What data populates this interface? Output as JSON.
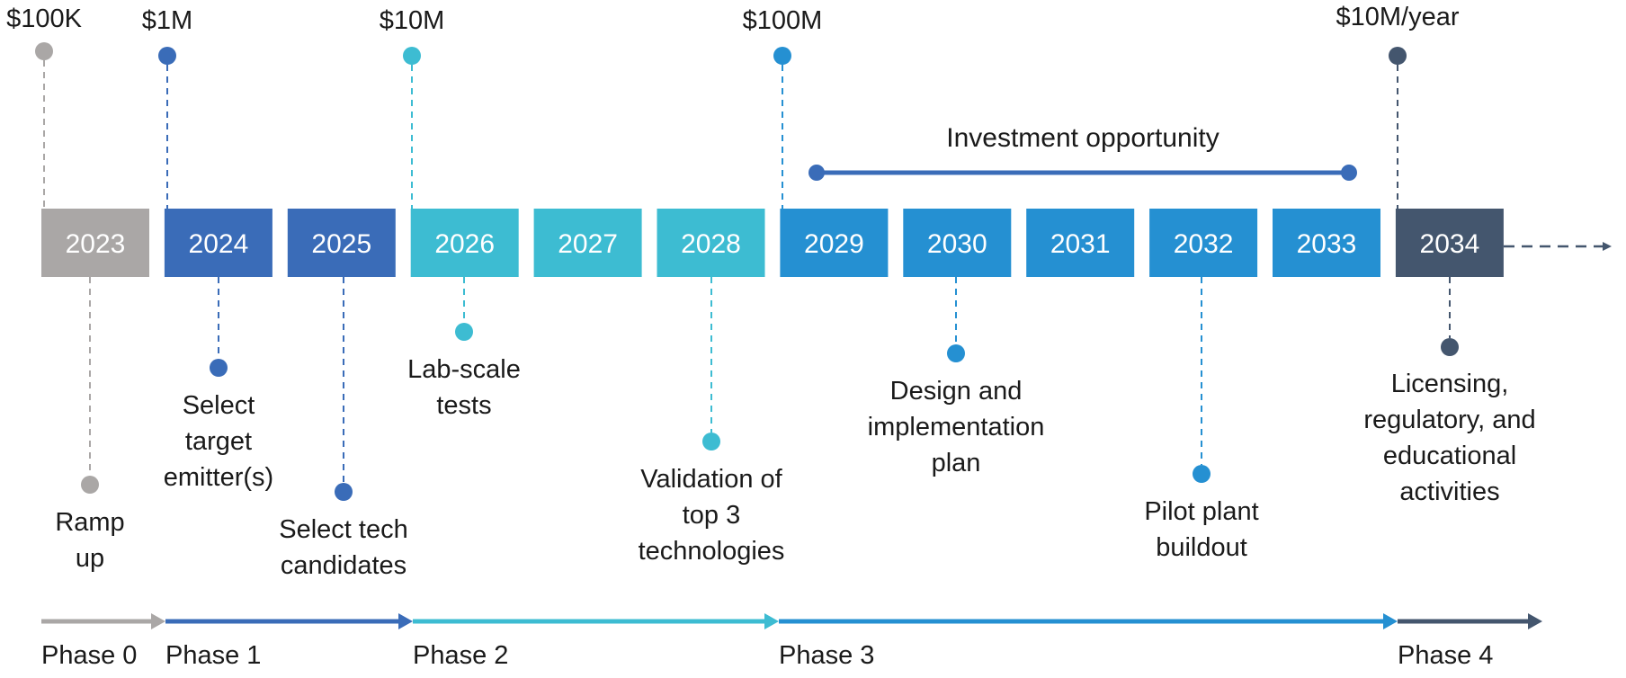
{
  "colors": {
    "gray": "#aaa7a6",
    "blue_dark": "#3a6cb8",
    "teal": "#3dbcd2",
    "blue": "#2590d2",
    "navy": "#44566e"
  },
  "years": [
    {
      "label": "2023",
      "color": "gray"
    },
    {
      "label": "2024",
      "color": "blue_dark"
    },
    {
      "label": "2025",
      "color": "blue_dark"
    },
    {
      "label": "2026",
      "color": "teal"
    },
    {
      "label": "2027",
      "color": "teal"
    },
    {
      "label": "2028",
      "color": "teal"
    },
    {
      "label": "2029",
      "color": "blue"
    },
    {
      "label": "2030",
      "color": "blue"
    },
    {
      "label": "2031",
      "color": "blue"
    },
    {
      "label": "2032",
      "color": "blue"
    },
    {
      "label": "2033",
      "color": "blue"
    },
    {
      "label": "2034",
      "color": "navy"
    }
  ],
  "funding": [
    {
      "label": "$100K",
      "color": "gray"
    },
    {
      "label": "$1M",
      "color": "blue_dark"
    },
    {
      "label": "$10M",
      "color": "teal"
    },
    {
      "label": "$100M",
      "color": "blue"
    },
    {
      "label": "$10M/year",
      "color": "navy"
    }
  ],
  "investment": {
    "label": "Investment opportunity"
  },
  "milestones": [
    {
      "lines": [
        "Ramp",
        "up"
      ],
      "color": "gray"
    },
    {
      "lines": [
        "Select",
        "target",
        "emitter(s)"
      ],
      "color": "blue_dark"
    },
    {
      "lines": [
        "Select tech",
        "candidates"
      ],
      "color": "blue_dark"
    },
    {
      "lines": [
        "Lab-scale",
        "tests"
      ],
      "color": "teal"
    },
    {
      "lines": [
        "Validation of",
        "top 3",
        "technologies"
      ],
      "color": "teal"
    },
    {
      "lines": [
        "Design and",
        "implementation",
        "plan"
      ],
      "color": "blue"
    },
    {
      "lines": [
        "Pilot plant",
        "buildout"
      ],
      "color": "blue"
    },
    {
      "lines": [
        "Licensing,",
        "regulatory, and",
        "educational",
        "activities"
      ],
      "color": "navy"
    }
  ],
  "phases": [
    {
      "label": "Phase 0",
      "color": "gray"
    },
    {
      "label": "Phase 1",
      "color": "blue_dark"
    },
    {
      "label": "Phase 2",
      "color": "teal"
    },
    {
      "label": "Phase 3",
      "color": "blue"
    },
    {
      "label": "Phase 4",
      "color": "navy"
    }
  ]
}
